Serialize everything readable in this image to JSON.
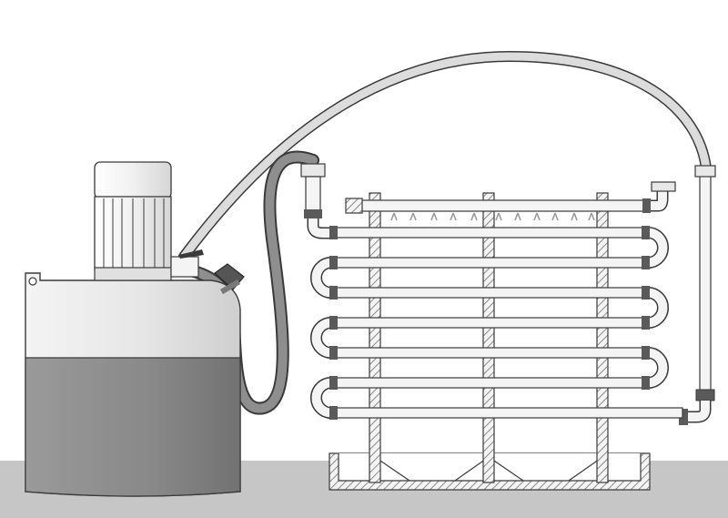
{
  "diagram": {
    "subject": "pump-tank-recirculating-cooling-coil",
    "colors": {
      "background": "#ffffff",
      "floor": "#c6c6c6",
      "outline": "#3a3a3a",
      "tank_body": "#ececec",
      "liquid": "#8c8c8c",
      "motor": "#f2f2f2",
      "hose_dark": "#8e8e8e",
      "hose_light": "#d8d8d8",
      "pipe": "#f4f4f4",
      "fitting": "#5a5a5a",
      "hatch": "#b8b8b8"
    },
    "components": [
      "floor",
      "tank",
      "pump-motor",
      "filler-cap",
      "return-hose",
      "supply-hose",
      "spray-manifold",
      "spray-nozzles",
      "coil-pipes",
      "support-posts",
      "drip-tray",
      "riser-pipe"
    ],
    "coil_pipe_count": 7,
    "nozzle_count": 12
  }
}
